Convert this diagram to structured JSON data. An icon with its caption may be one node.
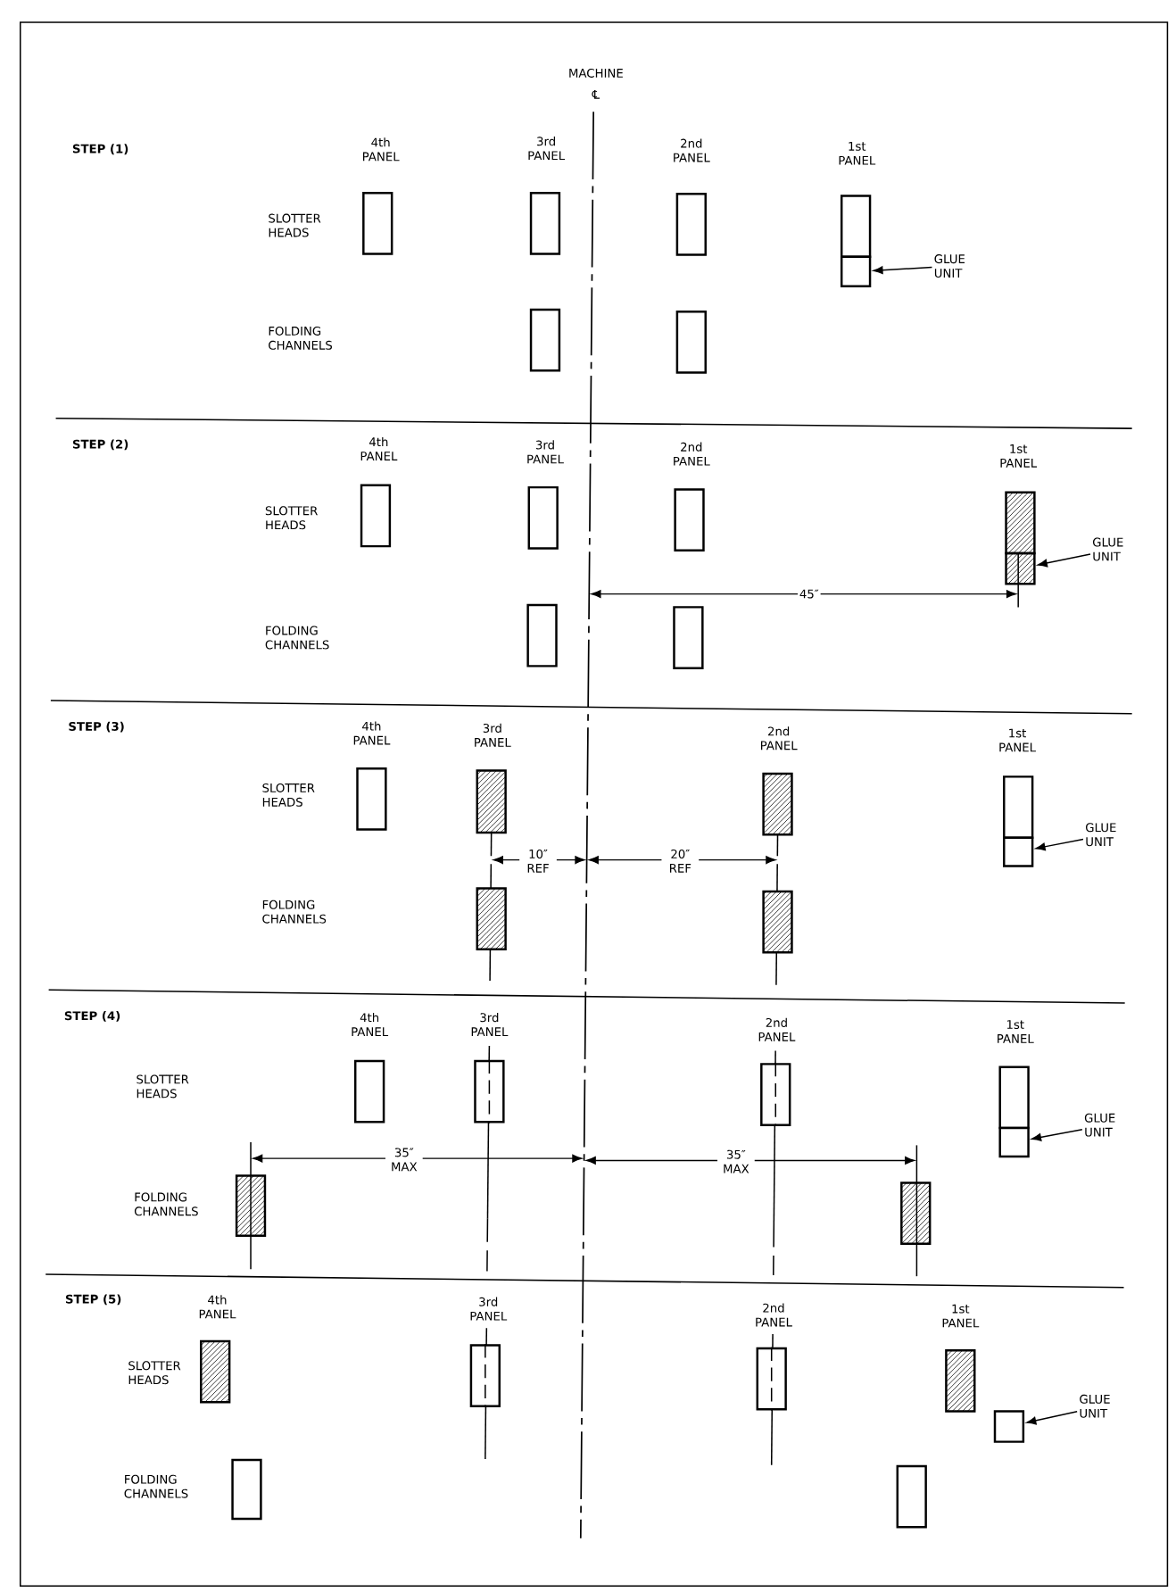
{
  "diagram": {
    "nodes": [
      {
        "text": [],
        "shape": "box",
        "beside": [
          "4th PANEL"
        ]
      },
      {
        "text": [],
        "shape": "box",
        "beside": [
          "3rd PANEL"
        ]
      },
      {
        "text": [],
        "shape": "box",
        "beside": [
          "2nd PANEL"
        ]
      },
      {
        "text": [],
        "shape": "box",
        "beside": [
          "1st PANEL"
        ]
      },
      {
        "text": [],
        "shape": "box"
      },
      {
        "text": [
          "GLUE UNIT"
        ]
      },
      {
        "text": [],
        "shape": "box"
      },
      {
        "text": [],
        "shape": "box"
      },
      {
        "text": [],
        "shape": "box",
        "beside": [
          "4th PANEL"
        ]
      },
      {
        "text": [],
        "shape": "box",
        "beside": [
          "3rd PANEL"
        ]
      },
      {
        "text": [],
        "shape": "box",
        "beside": [
          "2nd PANEL"
        ]
      },
      {
        "text": [],
        "shape": "box",
        "beside": [
          "1st PANEL"
        ]
      },
      {
        "text": [],
        "shape": "box"
      },
      {
        "text": [
          "GLUE UNIT"
        ]
      },
      {
        "text": [],
        "shape": "box"
      },
      {
        "text": [],
        "shape": "box"
      },
      {
        "text": [],
        "shape": "box",
        "beside": [
          "4th PANEL"
        ]
      },
      {
        "text": [],
        "shape": "box",
        "beside": [
          "3rd PANEL"
        ]
      },
      {
        "text": [],
        "shape": "box",
        "beside": [
          "2nd PANEL"
        ]
      },
      {
        "text": [],
        "shape": "box",
        "beside": [
          "1st PANEL"
        ]
      },
      {
        "text": [],
        "shape": "box"
      },
      {
        "text": [
          "GLUE UNIT"
        ]
      },
      {
        "text": [],
        "shape": "box"
      },
      {
        "text": [],
        "shape": "box"
      },
      {
        "text": [],
        "shape": "box",
        "beside": [
          "4th PANEL"
        ]
      },
      {
        "text": [],
        "shape": "box",
        "beside": [
          "3rd PANEL"
        ]
      },
      {
        "text": [],
        "shape": "box",
        "beside": [
          "2nd PANEL"
        ]
      },
      {
        "text": [],
        "shape": "box",
        "beside": [
          "1st PANEL"
        ]
      },
      {
        "text": [],
        "shape": "box"
      },
      {
        "text": [
          "GLUE UNIT"
        ]
      },
      {
        "text": [],
        "shape": "box"
      },
      {
        "text": [],
        "shape": "box"
      },
      {
        "text": [],
        "shape": "box",
        "beside": [
          "4th PANEL"
        ]
      },
      {
        "text": [],
        "shape": "box",
        "beside": [
          "3rd PANEL"
        ]
      },
      {
        "text": [],
        "shape": "box",
        "beside": [
          "2nd PANEL"
        ]
      },
      {
        "text": [],
        "shape": "box",
        "beside": [
          "1st PANEL"
        ]
      },
      {
        "text": [],
        "shape": "box"
      },
      {
        "text": [
          "GLUE UNIT"
        ]
      },
      {
        "text": [],
        "shape": "box"
      },
      {
        "text": [],
        "shape": "box"
      }
    ],
    "edges": [
      {
        "from": 5,
        "to": 4,
        "arrow": "to"
      },
      {
        "from": 13,
        "to": 12,
        "arrow": "to"
      },
      {
        "from": 21,
        "to": 20,
        "arrow": "to"
      },
      {
        "from": 29,
        "to": 28,
        "arrow": "to"
      },
      {
        "from": 37,
        "to": 36,
        "arrow": "to"
      }
    ],
    "labels": [
      "MACHINE",
      "℄",
      "STEP (1)",
      "SLOTTER HEADS",
      "FOLDING CHANNELS",
      "STEP (2)",
      "SLOTTER HEADS",
      "FOLDING CHANNELS",
      "45″",
      "STEP (3)",
      "SLOTTER HEADS",
      "FOLDING CHANNELS",
      "10″ REF",
      "20″ REF",
      "STEP (4)",
      "SLOTTER HEADS",
      "FOLDING CHANNELS",
      "35″ MAX",
      "35″ MAX",
      "STEP (5)",
      "SLOTTER HEADS",
      "FOLDING CHANNELS"
    ]
  }
}
